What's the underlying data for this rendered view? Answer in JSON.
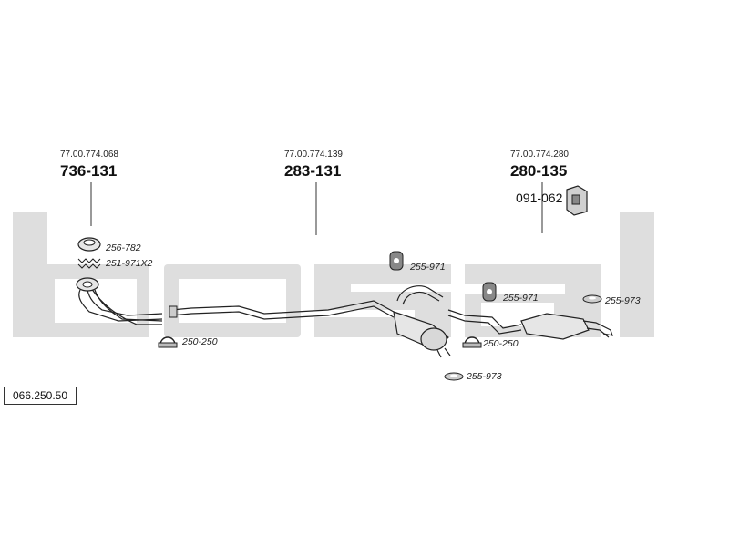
{
  "watermark": {
    "text": "bosal",
    "color": "#dcdcdc"
  },
  "assembly_code": "066.250.50",
  "groups": [
    {
      "oem_ref": "77.00.774.068",
      "part_no": "736-131"
    },
    {
      "oem_ref": "77.00.774.139",
      "part_no": "283-131"
    },
    {
      "oem_ref": "77.00.774.280",
      "part_no": "280-135"
    }
  ],
  "labels": {
    "gasket": "256-782",
    "springs": "251-971X2",
    "clamp_front": "250-250",
    "hanger_mid": "255-971",
    "hanger_rear": "255-971",
    "clamp_rear": "250-250",
    "ring_rear": "255-973",
    "ring_mid": "255-973",
    "bracket": "091-062"
  }
}
